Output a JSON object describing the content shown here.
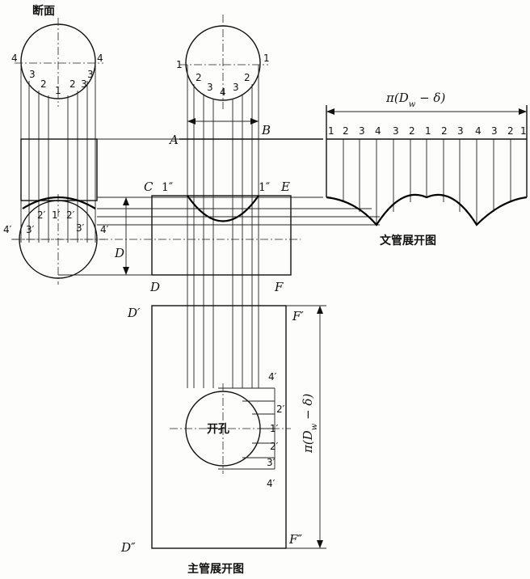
{
  "section_label": "断面",
  "branch_caption": "文管展开图",
  "main_caption": "主管展开图",
  "hole_label": "开孔",
  "branch_dim_text": "π(D",
  "branch_dim_sub": "w",
  "branch_dim_tail": " − δ)",
  "main_dim_text": "π(D",
  "main_dim_sub": "w",
  "main_dim_tail": " − δ)",
  "dim_D": "D",
  "points": {
    "A": "A",
    "B": "B",
    "C": "C",
    "E": "E",
    "D": "D",
    "F": "F",
    "Dp": "D′",
    "Fp": "F′",
    "Dpp": "D″",
    "Fpp": "F″",
    "one_pp_left": "1″",
    "one_pp_right": "1″"
  },
  "left_circle_top_labels": [
    "4",
    "4",
    "3",
    "2",
    "1",
    "2",
    "3",
    "3"
  ],
  "left_circle_bottom_labels": [
    "4′",
    "4′",
    "2′",
    "1′",
    "2′",
    "3′",
    "3′"
  ],
  "mid_circle_labels": [
    "1",
    "1",
    "2",
    "3",
    "4",
    "3",
    "2"
  ],
  "branch_numbers": [
    "1",
    "2",
    "3",
    "4",
    "3",
    "2",
    "1",
    "2",
    "3",
    "4",
    "3",
    "2",
    "1"
  ],
  "hole_labels": [
    "4′",
    "2′",
    "1′",
    "2′",
    "3′",
    "4′"
  ]
}
